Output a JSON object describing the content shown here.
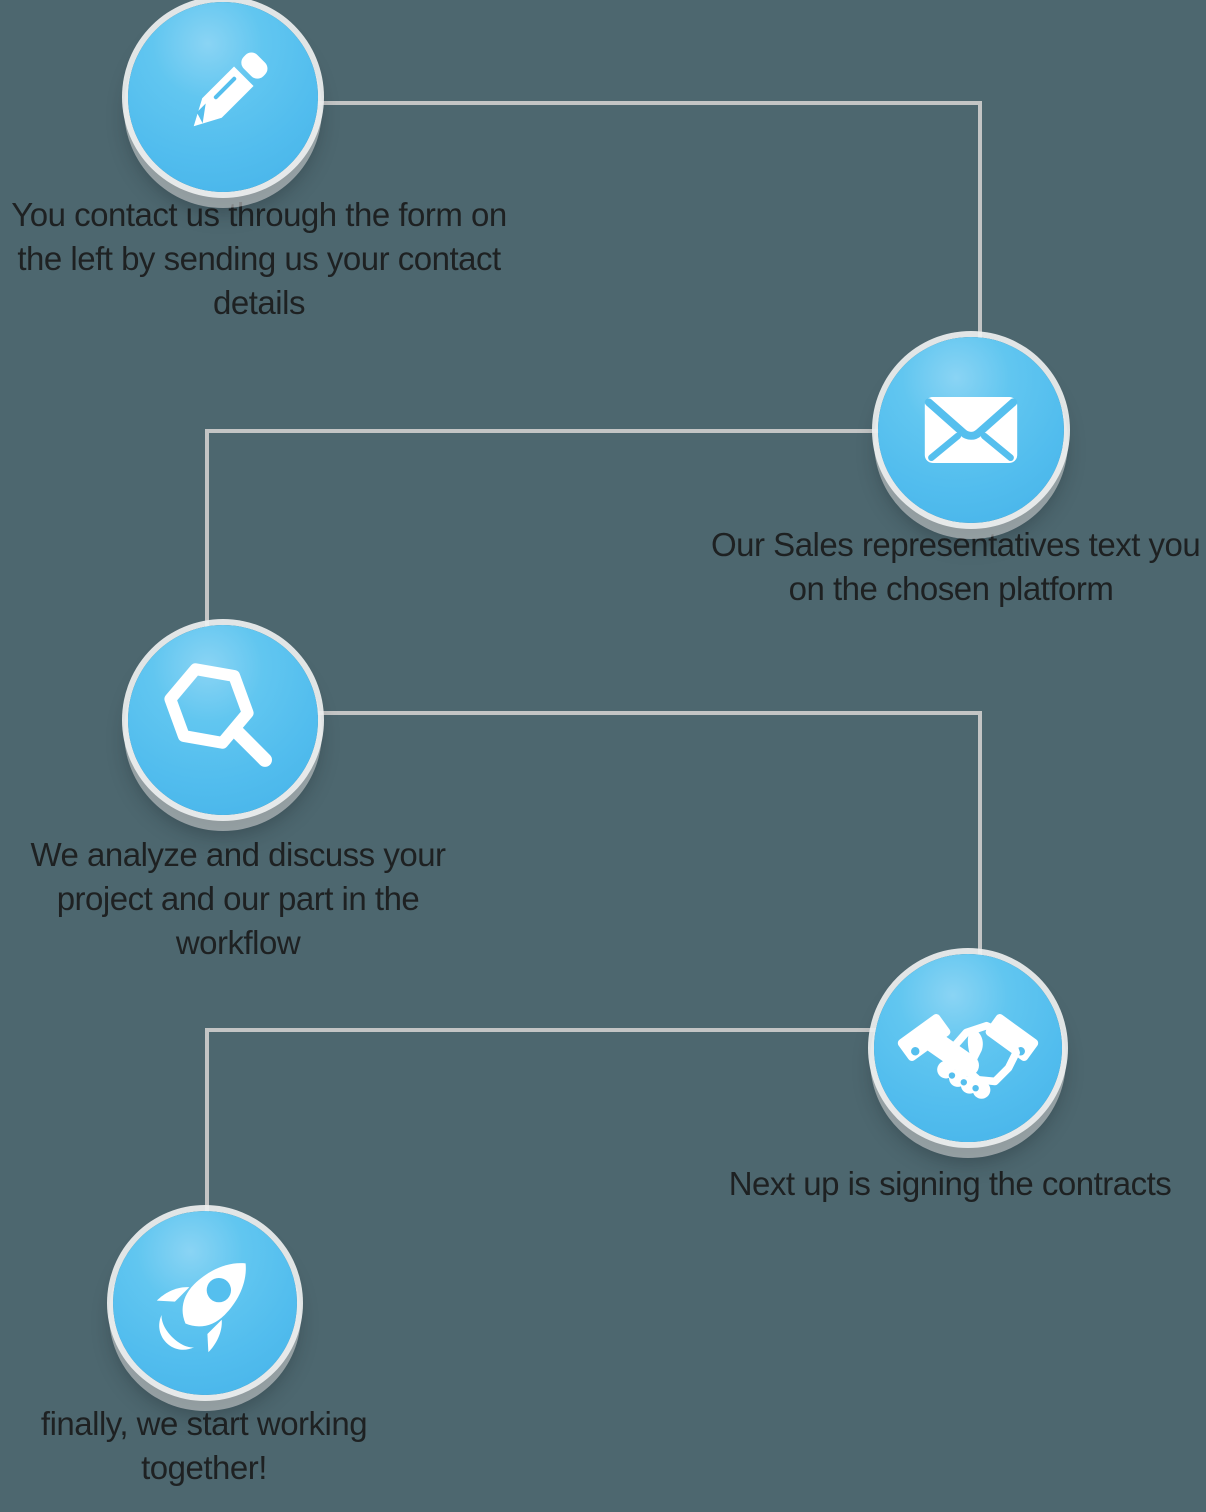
{
  "page": {
    "background_color": "#4d676f",
    "accent_blue": "#55bfee",
    "accent_blue_light": "#8ad4f4",
    "icon_color": "#ffffff",
    "connector_color": "#c3c5c5",
    "text_color": "#1e2122",
    "circle_rim_color": "#e9ebeb"
  },
  "steps": [
    {
      "id": 1,
      "icon": "pencil-icon",
      "side": "left",
      "caption": "You contact us through the form on the left by sending us your contact details",
      "lines": [
        "You contact us through the form on",
        "the left by sending us your contact",
        "details"
      ]
    },
    {
      "id": 2,
      "icon": "envelope-icon",
      "side": "right",
      "caption": "Our Sales representatives text you on the chosen platform",
      "lines": [
        "Our Sales representatives text you",
        "on the chosen platform"
      ]
    },
    {
      "id": 3,
      "icon": "magnifier-icon",
      "side": "left",
      "caption": "We analyze and discuss your project and our part in the workflow",
      "lines": [
        "We analyze and discuss your",
        "project and our part in the",
        "workflow"
      ]
    },
    {
      "id": 4,
      "icon": "handshake-icon",
      "side": "right",
      "caption": "Next up is signing the contracts",
      "lines": [
        "Next up is signing the contracts"
      ]
    },
    {
      "id": 5,
      "icon": "rocket-icon",
      "side": "left",
      "caption": "finally, we start working together!",
      "lines": [
        "finally, we start working",
        "together!"
      ]
    }
  ]
}
